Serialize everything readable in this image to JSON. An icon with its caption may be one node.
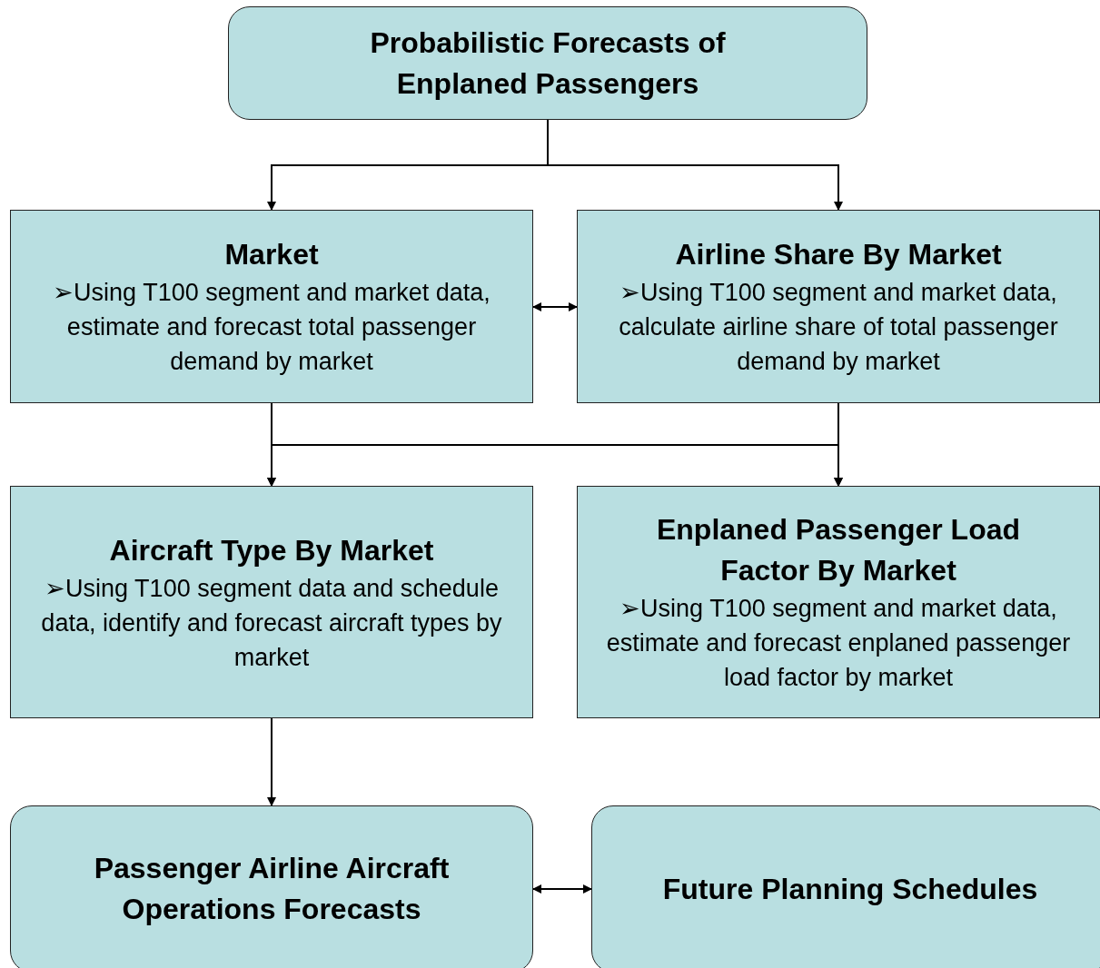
{
  "diagram": {
    "nodes": [
      {
        "text": [
          "Probabilistic Forecasts of Enplaned Passengers"
        ]
      },
      {
        "text": [
          "Market",
          "➢Using T100 segment and market data, estimate and forecast total passenger demand by market"
        ]
      },
      {
        "text": [
          "Airline Share By Market",
          "➢Using T100 segment and market data, calculate airline share of total passenger demand by market"
        ]
      },
      {
        "text": [
          "Aircraft Type By Market",
          "➢Using T100 segment data and schedule data, identify and forecast aircraft types by market"
        ]
      },
      {
        "text": [
          "Enplaned Passenger Load Factor By Market",
          "➢Using T100 segment and market data, estimate and forecast enplaned passenger load factor by market"
        ]
      },
      {
        "text": [
          "Passenger Airline Aircraft Operations Forecasts"
        ]
      },
      {
        "text": [
          "Future Planning Schedules"
        ]
      }
    ],
    "edges": [
      {
        "from": 0,
        "to": 1,
        "arrow": "to"
      },
      {
        "from": 0,
        "to": 2,
        "arrow": "to"
      },
      {
        "from": 1,
        "to": 2,
        "arrow": "both"
      },
      {
        "from": 1,
        "to": 3,
        "arrow": "to"
      },
      {
        "from": 1,
        "to": 4,
        "arrow": "to"
      },
      {
        "from": 2,
        "to": 3,
        "arrow": "to"
      },
      {
        "from": 2,
        "to": 4,
        "arrow": "to"
      },
      {
        "from": 3,
        "to": 5,
        "arrow": "to"
      },
      {
        "from": 5,
        "to": 6,
        "arrow": "both"
      }
    ]
  }
}
